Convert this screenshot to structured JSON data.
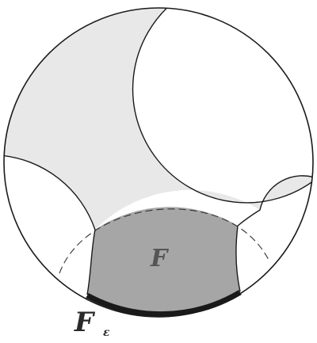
{
  "labels": {
    "region": "F",
    "boundary_main": "F",
    "boundary_subscript": "ε"
  },
  "colors": {
    "disk_fill": "#ffffff",
    "outline": "#1a1a1a",
    "light_region": "#e8e8e8",
    "dark_region": "#a6a6a6",
    "boundary_arc": "#1a1a1a",
    "label_color": "#555555",
    "label_dark": "#2a2a2a"
  }
}
